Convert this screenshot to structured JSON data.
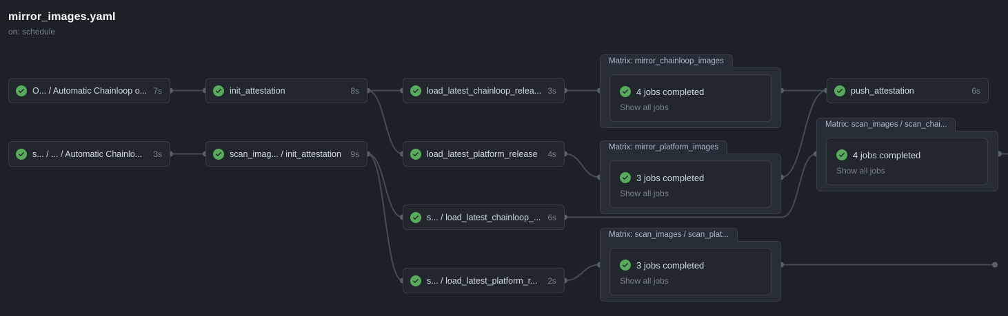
{
  "header": {
    "title": "mirror_images.yaml",
    "trigger": "on: schedule"
  },
  "colors": {
    "success_green": "#57ab5a",
    "page_background": "#1c2128",
    "node_background": "#22272e",
    "node_border": "#373e47",
    "edge_gray": "#444c56"
  },
  "graph": {
    "jobs": [
      {
        "label": "O... / Automatic Chainloop o...",
        "duration": "7s",
        "status": "success"
      },
      {
        "label": "s... / ... / Automatic Chainlo...",
        "duration": "3s",
        "status": "success"
      },
      {
        "label": "init_attestation",
        "duration": "8s",
        "status": "success"
      },
      {
        "label": "scan_imag... / init_attestation",
        "duration": "9s",
        "status": "success"
      },
      {
        "label": "load_latest_chainloop_relea...",
        "duration": "3s",
        "status": "success"
      },
      {
        "label": "load_latest_platform_release",
        "duration": "4s",
        "status": "success"
      },
      {
        "label": "s... / load_latest_chainloop_...",
        "duration": "6s",
        "status": "success"
      },
      {
        "label": "s... / load_latest_platform_r...",
        "duration": "2s",
        "status": "success"
      },
      {
        "label": "push_attestation",
        "duration": "6s",
        "status": "success"
      }
    ],
    "matrices": [
      {
        "tab": "Matrix: mirror_chainloop_images",
        "summary": "4 jobs completed",
        "link": "Show all jobs",
        "status": "success"
      },
      {
        "tab": "Matrix: mirror_platform_images",
        "summary": "3 jobs completed",
        "link": "Show all jobs",
        "status": "success"
      },
      {
        "tab": "Matrix: scan_images / scan_plat...",
        "summary": "3 jobs completed",
        "link": "Show all jobs",
        "status": "success"
      },
      {
        "tab": "Matrix: scan_images / scan_chai...",
        "summary": "4 jobs completed",
        "link": "Show all jobs",
        "status": "success"
      }
    ]
  }
}
